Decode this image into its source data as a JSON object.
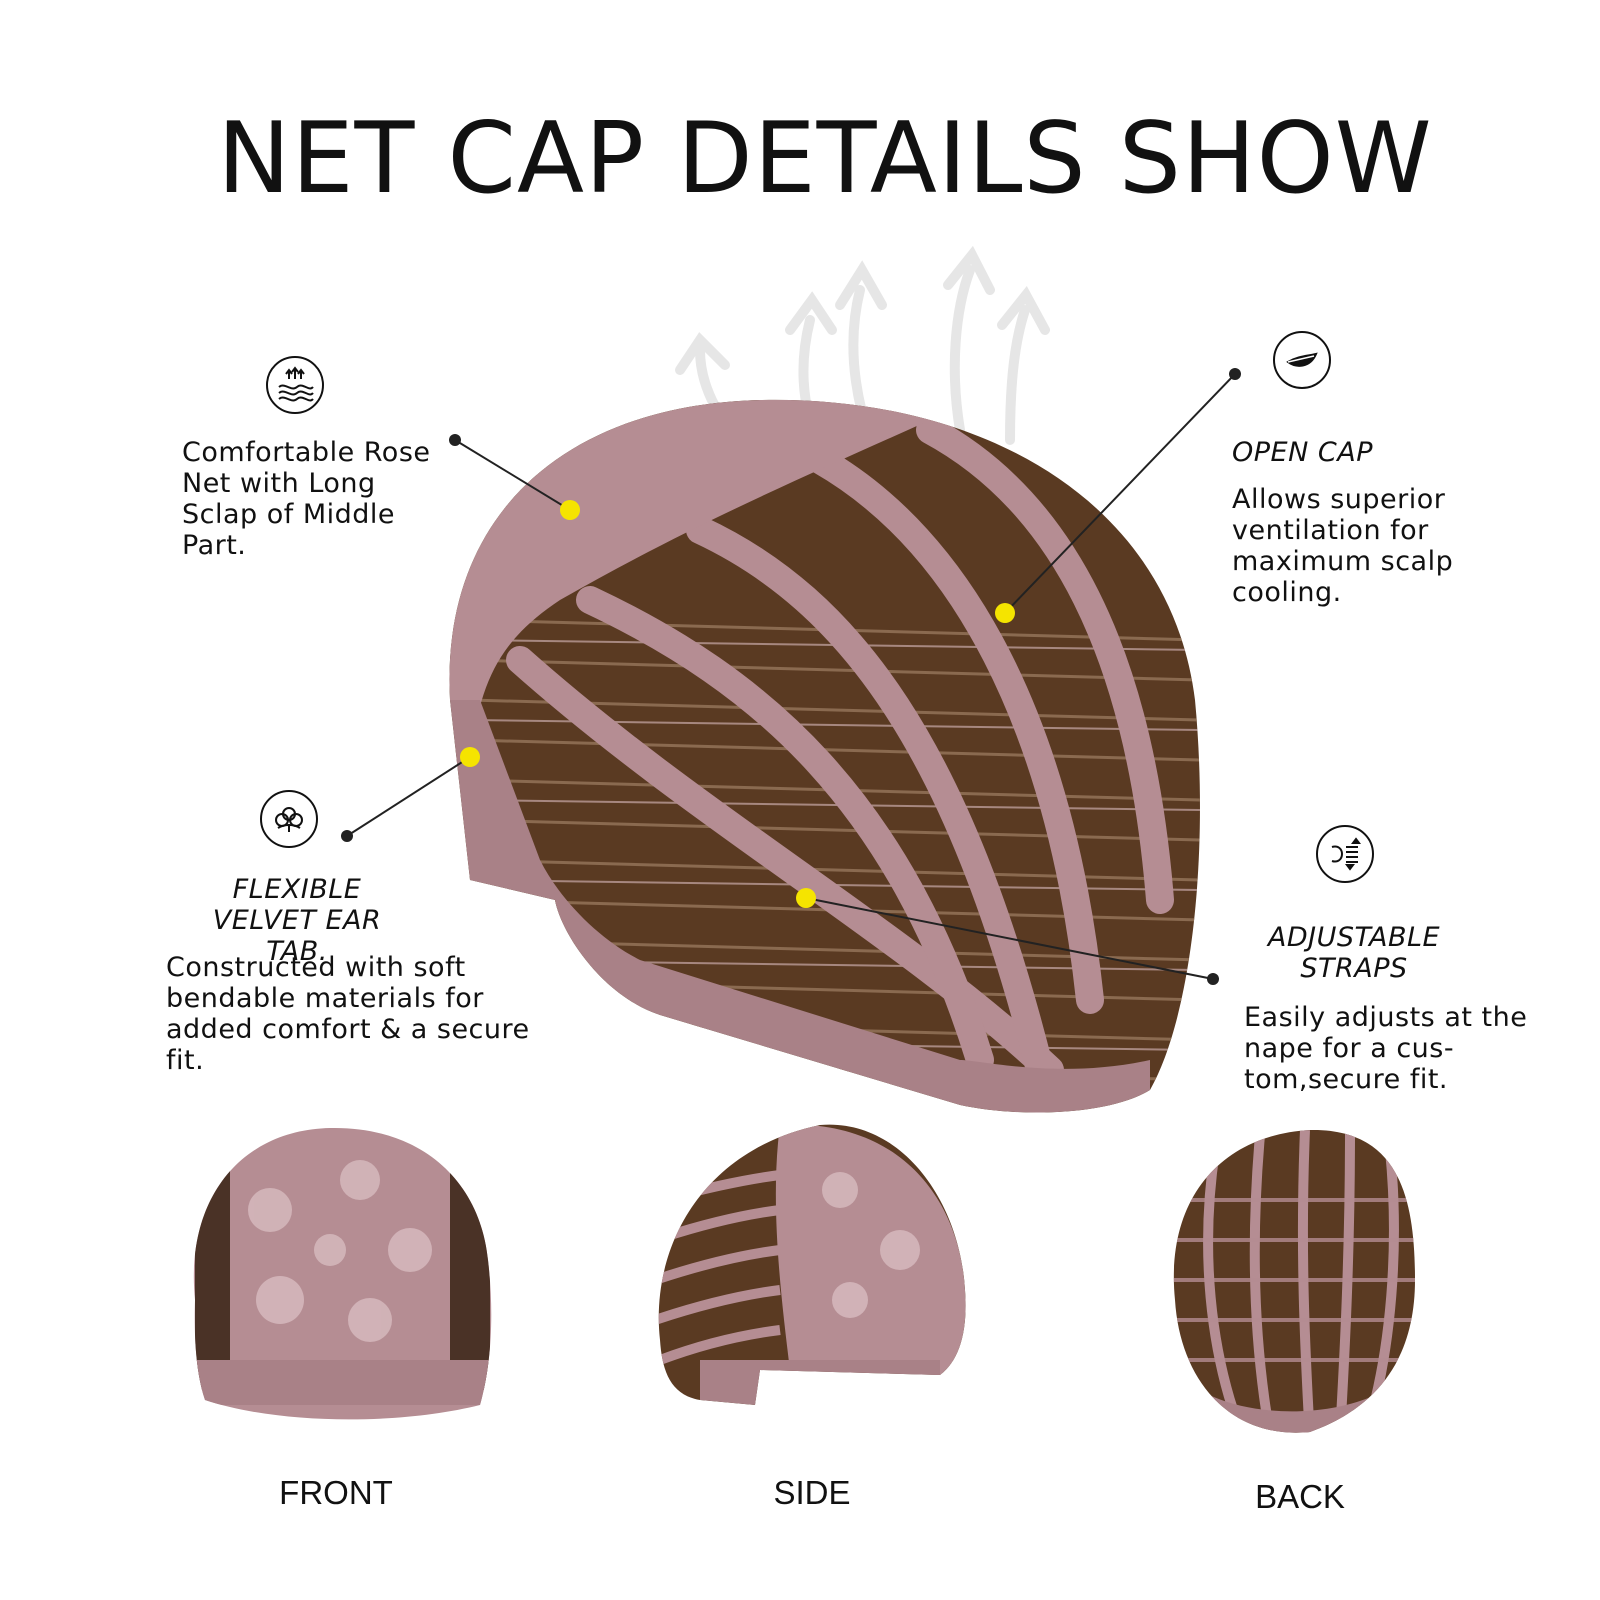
{
  "title": "NET CAP DETAILS SHOW",
  "features": {
    "rose_net": {
      "icon": "waves-icon",
      "text": "Comfortable Rose Net with Long Sclap of Middle Part."
    },
    "open_cap": {
      "icon": "feather-icon",
      "heading": "OPEN CAP",
      "text": "Allows superior ventilation for maximum scalp cooling."
    },
    "ear_tab": {
      "icon": "cotton-icon",
      "heading": "FLEXIBLE VELVET EAR TAB.",
      "text": "Constructed with soft bendable materials for added comfort & a secure fit."
    },
    "straps": {
      "icon": "adjust-icon",
      "heading": "ADJUSTABLE STRAPS",
      "text": "Easily adjusts at the nape for a cus-tom,secure fit."
    }
  },
  "views": [
    "FRONT",
    "SIDE",
    "BACK"
  ],
  "colors": {
    "marker": "#f5e400",
    "net": "#b58d93",
    "hair": "#5a3a22"
  }
}
